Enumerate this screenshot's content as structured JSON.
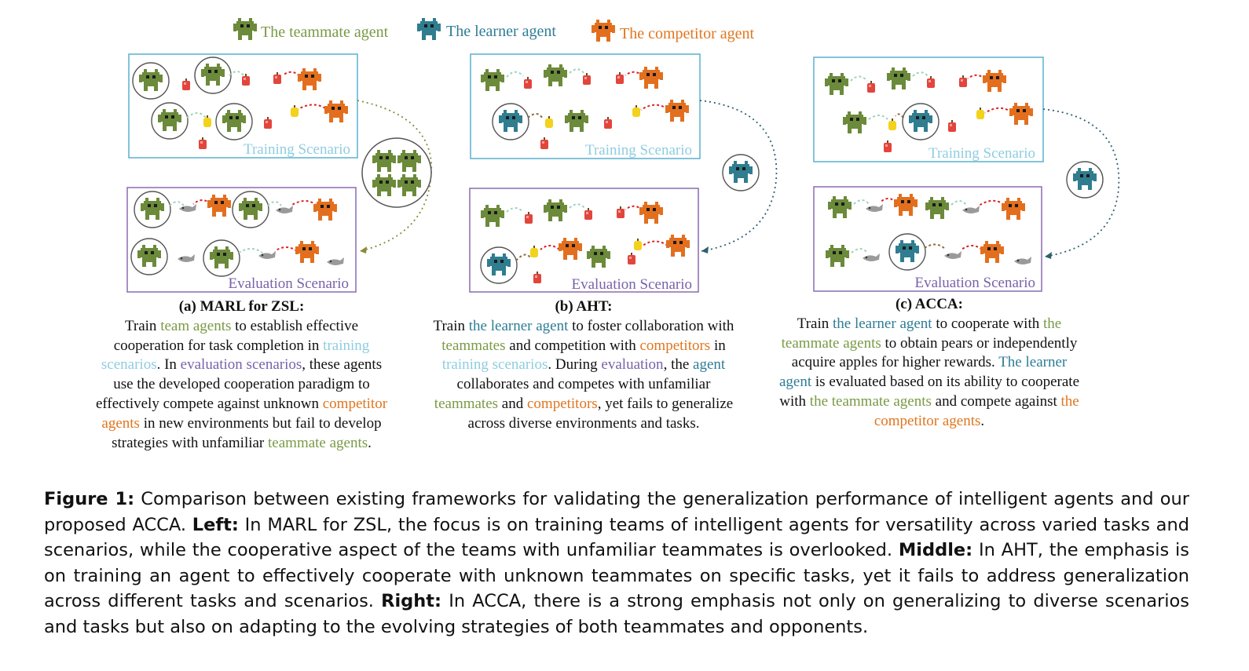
{
  "legend": {
    "teammate": "The teammate agent",
    "learner": "The learner agent",
    "competitor": "The competitor agent"
  },
  "scenarios": {
    "training": "Training Scenario",
    "evaluation": "Evaluation Scenario"
  },
  "colors": {
    "teammate": "#6b8a3a",
    "learner": "#2f7d8f",
    "competitor": "#e36f1e",
    "training_box": "#5ab0cf",
    "evaluation_box": "#8a6bb0",
    "apple": "#e2453c",
    "pear": "#f2d21b",
    "fish": "#9a9a9a"
  },
  "panel_a": {
    "title": "(a) MARL for ZSL:",
    "t1": "Train ",
    "t2": "team agents",
    "t3": " to establish effective cooperation for task completion in ",
    "t4": "training scenarios",
    "t5": ". In ",
    "t6": "evaluation scenarios",
    "t7": ", these agents use the developed cooperation paradigm to effectively compete against unknown ",
    "t8": "competitor agents",
    "t9": " in new environments but fail to develop strategies with unfamiliar ",
    "t10": "teammate agents",
    "t11": "."
  },
  "panel_b": {
    "title": "(b) AHT:",
    "t1": "Train ",
    "t2": "the learner agent",
    "t3": " to foster collaboration with ",
    "t4": "teammates",
    "t5": " and competition with ",
    "t6": "competitors",
    "t7": " in ",
    "t8": "training scenarios",
    "t9": ". During ",
    "t10": "evaluation",
    "t11": ", the ",
    "t12": "agent",
    "t13": " collaborates and competes with unfamiliar ",
    "t14": "teammates",
    "t15": " and ",
    "t16": "competitors",
    "t17": ", yet fails to generalize across diverse environments and tasks."
  },
  "panel_c": {
    "title": "(c) ACCA:",
    "t1": "Train ",
    "t2": "the learner agent",
    "t3": " to cooperate with ",
    "t4": "the teammate agents",
    "t5": " to obtain pears or independently acquire apples for higher rewards. ",
    "t6": "The learner agent",
    "t7": " is evaluated based on its ability to cooperate with ",
    "t8": "the teammate agents",
    "t9": " and compete against ",
    "t10": "the competitor agents",
    "t11": "."
  },
  "caption": {
    "fig_label": "Figure 1:",
    "intro": " Comparison between existing frameworks for validating the generalization performance of intelligent agents and our proposed ACCA. ",
    "left_label": "Left:",
    "left_text": " In MARL for ZSL, the focus is on training teams of intelligent agents for versatility across varied tasks and scenarios, while the cooperative aspect of the teams with unfamiliar teammates is overlooked. ",
    "middle_label": "Middle:",
    "middle_text": " In AHT, the emphasis is on training an agent to effectively cooperate with unknown teammates on specific tasks, yet it fails to address generalization across different tasks and scenarios. ",
    "right_label": "Right:",
    "right_text": " In ACCA, there is a strong emphasis not only on generalizing to diverse scenarios and tasks but also on adapting to the evolving strategies of both teammates and opponents."
  }
}
